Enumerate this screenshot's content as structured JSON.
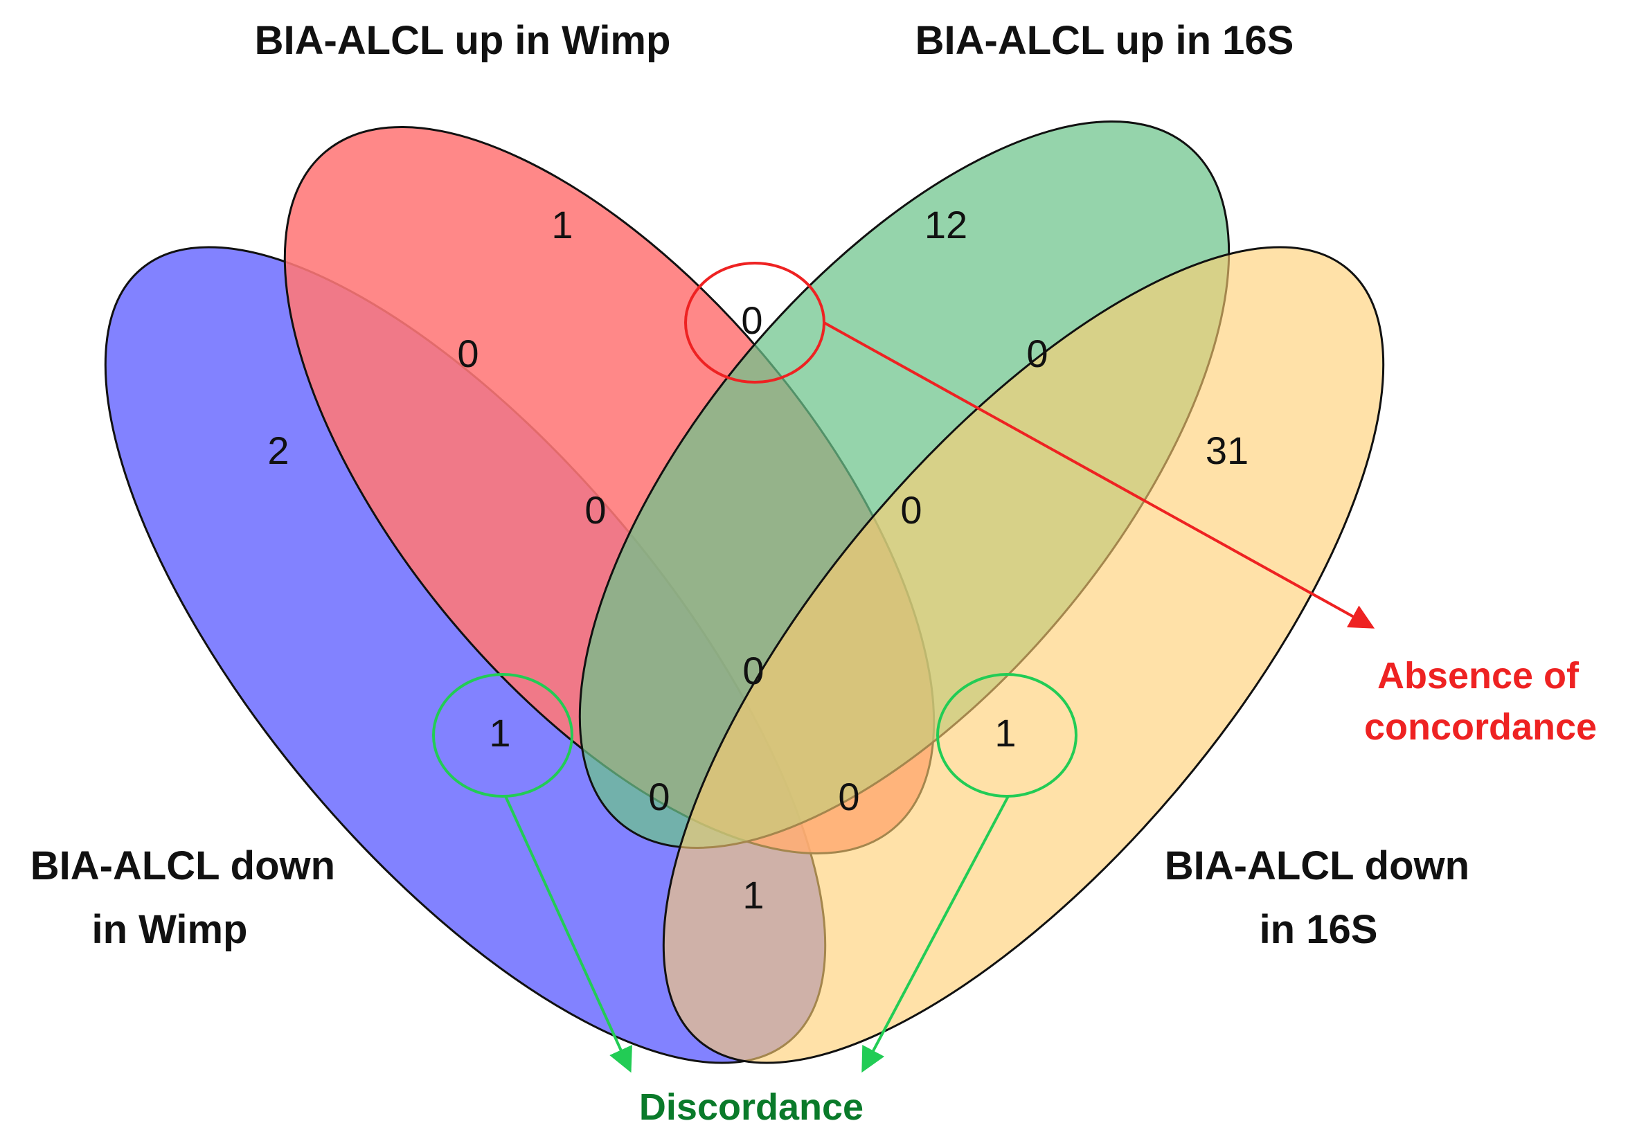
{
  "sets": [
    {
      "id": "down_wimp",
      "label_lines": [
        "BIA-ALCL down",
        "in Wimp"
      ],
      "color": "#7b7bff"
    },
    {
      "id": "up_wimp",
      "label_lines": [
        "BIA-ALCL up in Wimp"
      ],
      "color": "#ff7878"
    },
    {
      "id": "up_16s",
      "label_lines": [
        "BIA-ALCL up in 16S"
      ],
      "color": "#6cc48a"
    },
    {
      "id": "down_16s",
      "label_lines": [
        "BIA-ALCL down",
        "in 16S"
      ],
      "color": "#ffce72"
    }
  ],
  "regions": [
    {
      "sets": [
        "down_wimp"
      ],
      "count": "2"
    },
    {
      "sets": [
        "up_wimp"
      ],
      "count": "1"
    },
    {
      "sets": [
        "up_16s"
      ],
      "count": "12"
    },
    {
      "sets": [
        "down_16s"
      ],
      "count": "31"
    },
    {
      "sets": [
        "down_wimp",
        "up_wimp"
      ],
      "count": "0"
    },
    {
      "sets": [
        "up_wimp",
        "up_16s"
      ],
      "count": "0"
    },
    {
      "sets": [
        "up_16s",
        "down_16s"
      ],
      "count": "0"
    },
    {
      "sets": [
        "down_wimp",
        "up_wimp",
        "up_16s"
      ],
      "count": "0"
    },
    {
      "sets": [
        "up_wimp",
        "up_16s",
        "down_16s"
      ],
      "count": "0"
    },
    {
      "sets": [
        "down_wimp",
        "up_wimp",
        "up_16s",
        "down_16s"
      ],
      "count": "0"
    },
    {
      "sets": [
        "down_wimp",
        "up_16s"
      ],
      "count": "1"
    },
    {
      "sets": [
        "up_wimp",
        "down_16s"
      ],
      "count": "1"
    },
    {
      "sets": [
        "down_wimp",
        "up_16s",
        "down_16s"
      ],
      "count": "0"
    },
    {
      "sets": [
        "down_wimp",
        "up_wimp",
        "down_16s"
      ],
      "count": "0"
    },
    {
      "sets": [
        "down_wimp",
        "down_16s"
      ],
      "count": "1"
    }
  ],
  "annotations": {
    "absence_lines": [
      "Absence of",
      "concordance"
    ],
    "absence_color": "#ee2222",
    "discordance": "Discordance",
    "discordance_color": "#0a7a2a",
    "discordance_circle_color": "#22cc55"
  }
}
